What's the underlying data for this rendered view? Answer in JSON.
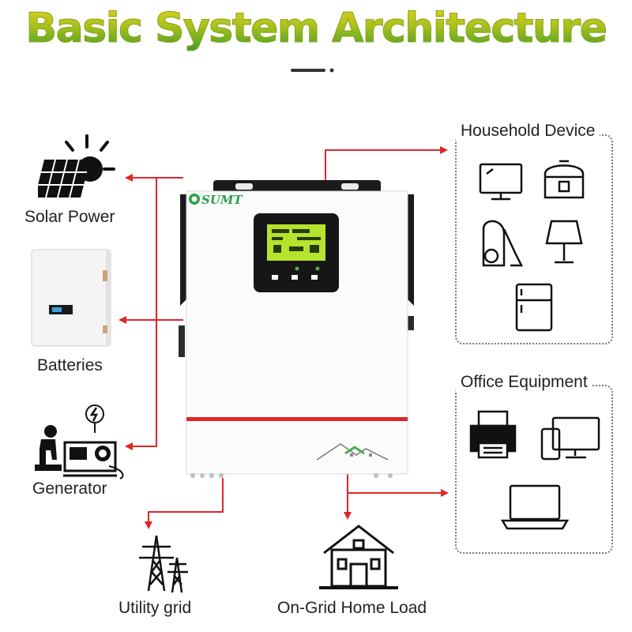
{
  "title": "Basic System Architecture",
  "inverter": {
    "brand": "SUMT"
  },
  "sources": {
    "solar": "Solar Power",
    "batteries": "Batteries",
    "generator": "Generator"
  },
  "outputs": {
    "utility": "Utility grid",
    "home_load": "On-Grid Home Load"
  },
  "household": {
    "title": "Household Device",
    "devices": [
      "monitor-icon",
      "rice-cooker-icon",
      "vacuum-icon",
      "lamp-icon",
      "fridge-icon"
    ]
  },
  "office": {
    "title": "Office Equipment",
    "devices": [
      "printer-icon",
      "phone-monitor-icon",
      "laptop-icon"
    ]
  },
  "colors": {
    "arrow": "#e0262a",
    "title_top": "#e6d020",
    "title_bottom": "#3d9a2a",
    "screen": "#b6e32c"
  }
}
